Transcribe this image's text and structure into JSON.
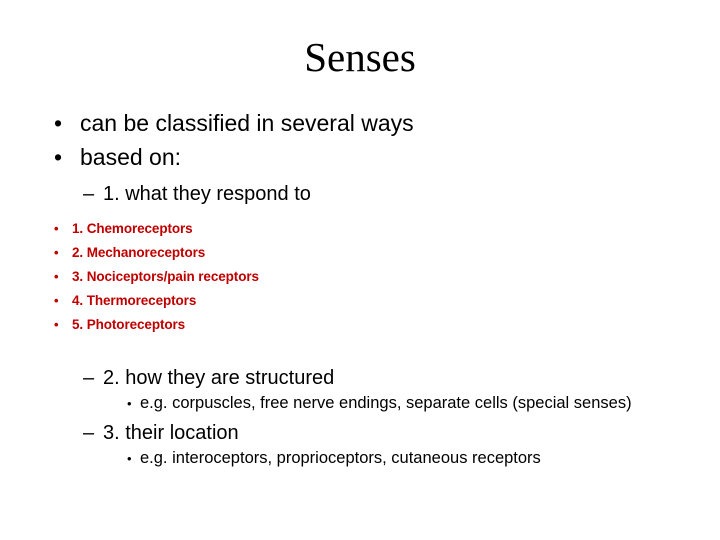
{
  "slide": {
    "title": "Senses",
    "background_color": "#FFFFFF",
    "text_color": "#000000",
    "accent_color": "#C00000",
    "bullets": {
      "level1": [
        {
          "bullet_glyph": "•",
          "text": "can be classified in several ways"
        },
        {
          "bullet_glyph": "•",
          "text": "based on:"
        }
      ],
      "level2_a": {
        "bullet_glyph": "–",
        "text": "1. what they respond to"
      },
      "red_items": [
        {
          "bullet_glyph": "•",
          "text": "1. Chemoreceptors"
        },
        {
          "bullet_glyph": "•",
          "text": "2. Mechanoreceptors"
        },
        {
          "bullet_glyph": "•",
          "text": "3. Nociceptors/pain receptors"
        },
        {
          "bullet_glyph": "•",
          "text": "4. Thermoreceptors"
        },
        {
          "bullet_glyph": "•",
          "text": "5. Photoreceptors"
        }
      ],
      "level2_b": {
        "bullet_glyph": "–",
        "text": "2. how they are structured"
      },
      "level3_b": {
        "bullet_glyph": "•",
        "text": "e.g. corpuscles, free nerve endings, separate cells (special senses)"
      },
      "level2_c": {
        "bullet_glyph": "–",
        "text": "3. their location"
      },
      "level3_c": {
        "bullet_glyph": "•",
        "text": "e.g. interoceptors, proprioceptors, cutaneous receptors"
      }
    }
  }
}
